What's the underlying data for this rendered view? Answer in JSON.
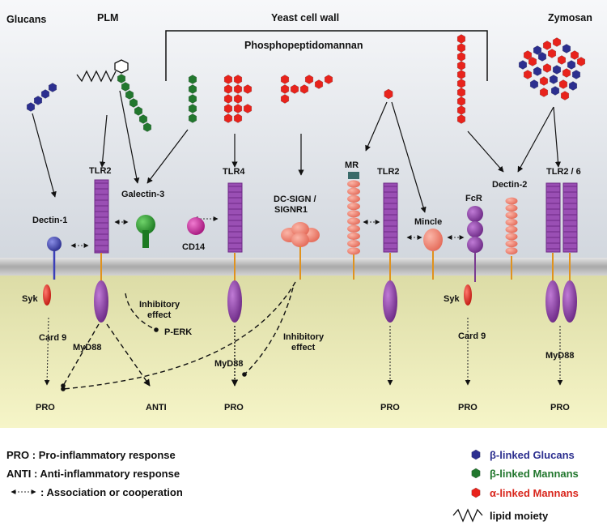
{
  "top_labels": {
    "glucans": "Glucans",
    "plm": "PLM",
    "yeast_cell_wall": "Yeast cell wall",
    "zymosan": "Zymosan",
    "phosphopeptidomannan": "Phosphopeptidomannan"
  },
  "receptors": {
    "dectin1": "Dectin-1",
    "tlr2_left": "TLR2",
    "galectin3": "Galectin-3",
    "cd14": "CD14",
    "tlr4": "TLR4",
    "dc_sign": "DC-SIGN /",
    "signr1": "SIGNR1",
    "mr": "MR",
    "tlr2_right": "TLR2",
    "mincle": "Mincle",
    "fcr": "FcR",
    "dectin2": "Dectin-2",
    "tlr26": "TLR2 / 6"
  },
  "signaling": {
    "syk_left": "Syk",
    "card9_left": "Card 9",
    "myd88_1": "MyD88",
    "inhibitory_1a": "Inhibitory",
    "inhibitory_1b": "effect",
    "perk": "P-ERK",
    "myd88_2": "MyD88",
    "inhibitory_2a": "Inhibitory",
    "inhibitory_2b": "effect",
    "syk_right": "Syk",
    "card9_right": "Card 9",
    "myd88_3": "MyD88"
  },
  "outcomes": {
    "pro_1": "PRO",
    "anti": "ANTI",
    "pro_2": "PRO",
    "pro_3": "PRO",
    "pro_4": "PRO",
    "pro_5": "PRO"
  },
  "legend_left": {
    "pro": "PRO : Pro-inflammatory response",
    "anti": "ANTI : Anti-inflammatory response",
    "assoc": ": Association or cooperation"
  },
  "legend_right": {
    "beta_glucans": "β-linked Glucans",
    "beta_mannans": "β-linked Mannans",
    "alpha_mannans": "α-linked Mannans",
    "lipid": "lipid moiety"
  },
  "colors": {
    "beta_glucans": "#2c2f8f",
    "beta_mannans": "#22772e",
    "alpha_mannans": "#e8231c",
    "tlr": "#9a4fb4",
    "tlr_dark": "#6d2a86",
    "pink_receptor": "#f4897a",
    "syk": "#d62a20",
    "cd14": "#c8239b"
  }
}
